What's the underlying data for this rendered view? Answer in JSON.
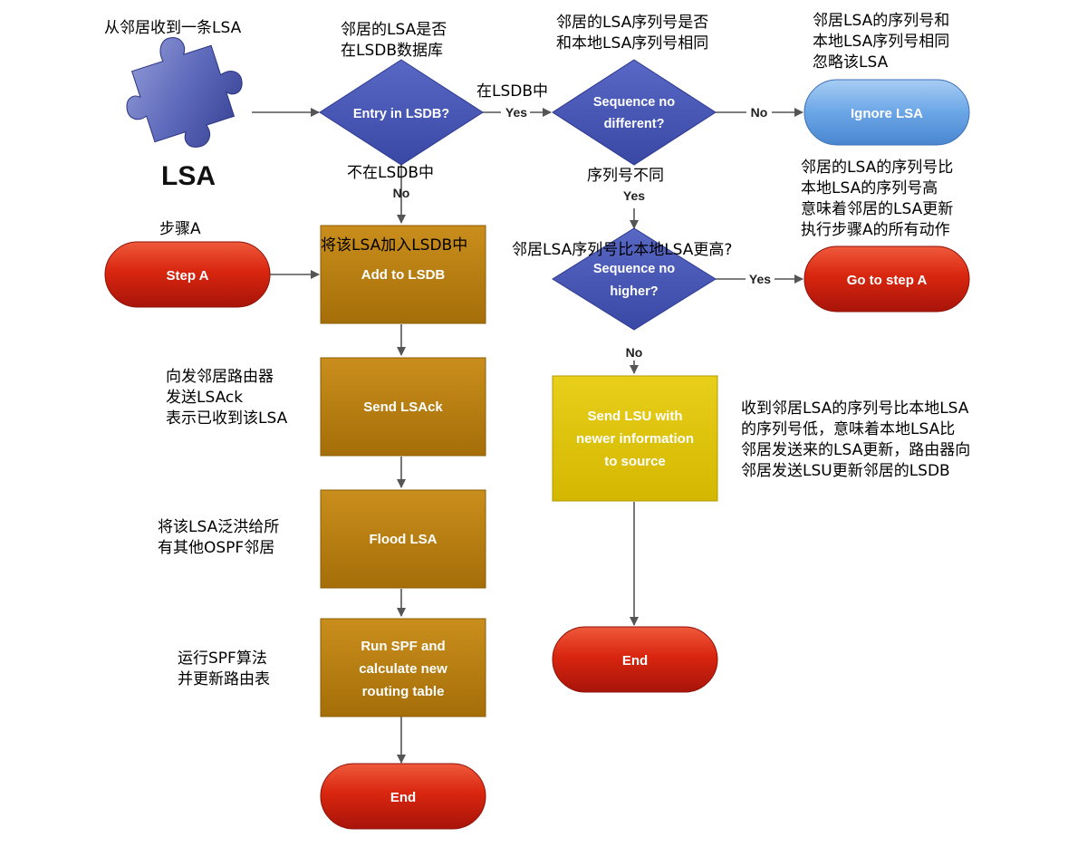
{
  "lsa_icon": {
    "label": "LSA",
    "icon": "puzzle-piece-icon"
  },
  "shapes": {
    "entry_in_lsdb": "Entry in LSDB?",
    "sequence_different": [
      "Sequence no",
      "different?"
    ],
    "ignore_lsa": "Ignore LSA",
    "step_a": "Step A",
    "add_to_lsdb": "Add to LSDB",
    "sequence_higher": [
      "Sequence no",
      "higher?"
    ],
    "go_to_step_a": "Go to step A",
    "send_lsack": "Send LSAck",
    "send_lsu": [
      "Send LSU with",
      "newer information",
      "to source"
    ],
    "flood_lsa": "Flood LSA",
    "run_spf": [
      "Run SPF and",
      "calculate new",
      "routing table"
    ],
    "end_left": "End",
    "end_right": "End"
  },
  "edge_labels": {
    "entry_yes": "Yes",
    "entry_no": "No",
    "diff_no": "No",
    "diff_yes": "Yes",
    "higher_yes": "Yes",
    "higher_no": "No"
  },
  "annotations": {
    "receive_lsa": [
      "从邻居收到一条LSA"
    ],
    "entry_question": [
      "邻居的LSA是否",
      "在LSDB数据库"
    ],
    "seq_same_question": [
      "邻居的LSA序列号是否",
      "和本地LSA序列号相同"
    ],
    "ignore_note": [
      "邻居LSA的序列号和",
      "本地LSA序列号相同",
      "忽略该LSA"
    ],
    "in_lsdb": [
      "在LSDB中"
    ],
    "not_in_lsdb": [
      "不在LSDB中"
    ],
    "seq_differs": [
      "序列号不同"
    ],
    "higher_note": [
      "邻居的LSA的序列号比",
      "本地LSA的序列号高",
      "意味着邻居的LSA更新",
      "执行步骤A的所有动作"
    ],
    "step_a_label": [
      "步骤A"
    ],
    "add_note": [
      "将该LSA加入LSDB中"
    ],
    "seq_higher_question": [
      "邻居LSA序列号比本地LSA更高?"
    ],
    "send_ack_note": [
      "向发邻居路由器",
      "发送LSAck",
      "表示已收到该LSA"
    ],
    "lower_note": [
      "收到邻居LSA的序列号比本地LSA",
      "的序列号低，意味着本地LSA比",
      "邻居发送来的LSA更新，路由器向",
      "邻居发送LSU更新邻居的LSDB"
    ],
    "flood_note": [
      "将该LSA泛洪给所",
      "有其他OSPF邻居"
    ],
    "spf_note": [
      "运行SPF算法",
      "并更新路由表"
    ]
  },
  "colors": {
    "diamond": "#4757b5",
    "process": "#b77e0e",
    "process_yellow": "#ddc20a",
    "terminal_red": "#d62a12",
    "terminal_blue": "#6aa6e6",
    "arrow": "#555555"
  }
}
